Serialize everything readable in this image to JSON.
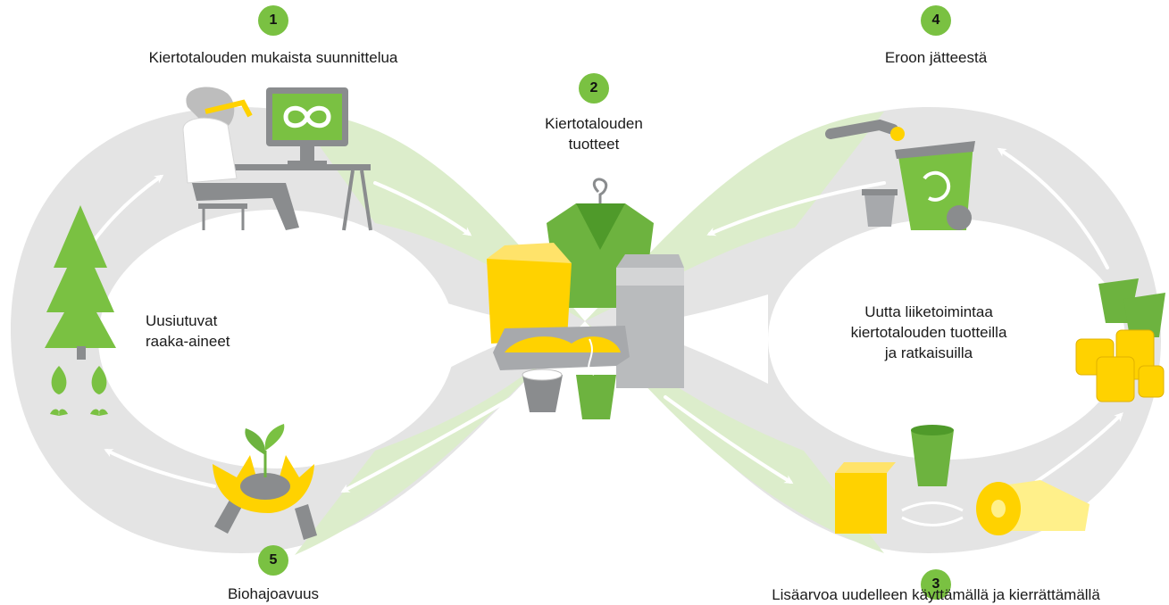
{
  "steps": [
    {
      "number": "1",
      "label": "Kiertotalouden mukaista suunnittelua"
    },
    {
      "number": "2",
      "label_line1": "Kiertotalouden",
      "label_line2": "tuotteet"
    },
    {
      "number": "3",
      "label": "Lisäarvoa uudelleen käyttämällä ja kierrättämällä"
    },
    {
      "number": "4",
      "label": "Eroon jätteestä"
    },
    {
      "number": "5",
      "label": "Biohajoavuus"
    }
  ],
  "inner_left": {
    "line1": "Uusiutuvat",
    "line2": "raaka-aineet"
  },
  "inner_right": {
    "line1": "Uutta liiketoimintaa",
    "line2": "kiertotalouden tuotteilla",
    "line3": "ja ratkaisuilla"
  },
  "colors": {
    "loop_grey": "#e4e4e4",
    "loop_green": "#dcedcb",
    "badge_green": "#7ac142",
    "product_green": "#6db33f",
    "product_yellow": "#ffd200",
    "product_grey": "#a7a9ac"
  },
  "icons": [
    "designer-at-computer-icon",
    "infinity-icon",
    "trash-bin-icon",
    "recycle-icon",
    "coins-icon",
    "crumpled-cup-icon",
    "tree-icon",
    "seedling-icon",
    "hands-with-sprout-icon",
    "paper-roll-icon",
    "box-icon",
    "cup-icon",
    "milk-carton-icon",
    "shirt-icon",
    "hanger-icon"
  ]
}
